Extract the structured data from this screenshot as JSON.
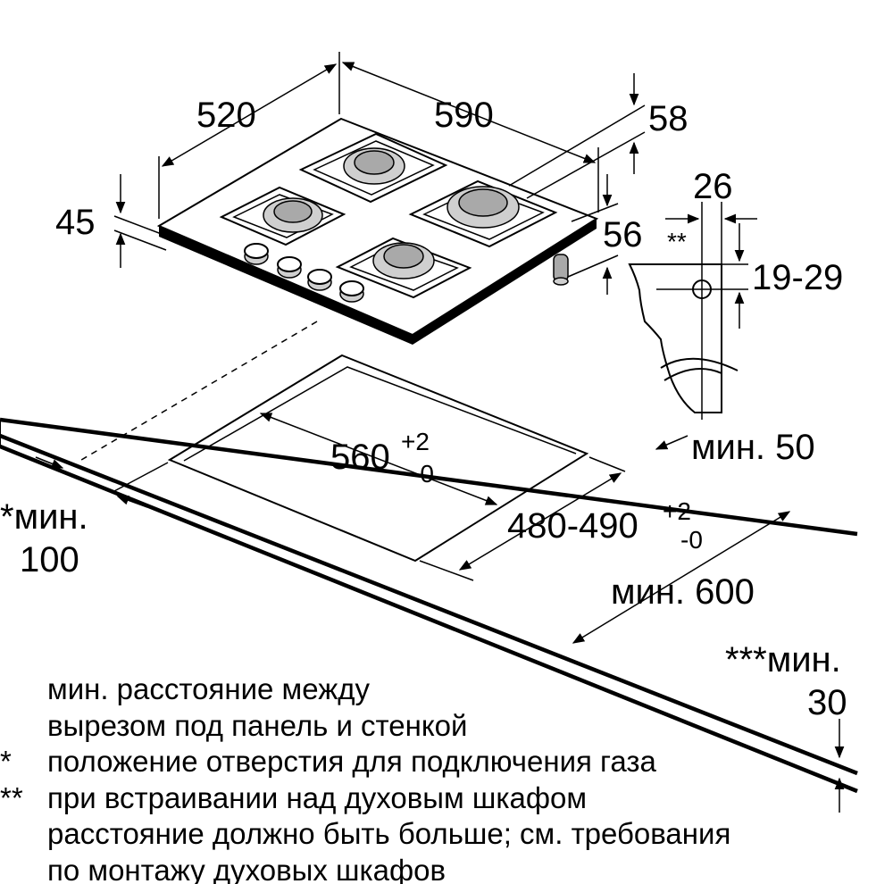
{
  "dimensions": {
    "depth": "520",
    "width": "590",
    "front_offset": "58",
    "height": "45",
    "gas_depth": "56",
    "gas_marker": "**",
    "gas_offset": "26",
    "gas_height": "19-29",
    "cutout_width_base": "560",
    "cutout_width_tol_plus": "+2",
    "cutout_width_tol_minus": "-0",
    "cutout_depth_base": "480-490",
    "cutout_depth_tol_plus": "+2",
    "cutout_depth_tol_minus": "-0",
    "rear_min": "мин. 50",
    "side_min_label": "*мин.",
    "side_min_value": "100",
    "worktop_min": "мин. 600",
    "thickness_min_label": "***мин.",
    "thickness_min_value": "30"
  },
  "notes": [
    {
      "mark": "",
      "text": "мин. расстояние между"
    },
    {
      "mark": "",
      "text": "вырезом под панель и стенкой"
    },
    {
      "mark": "*",
      "text": "положение отверстия для подключения газа"
    },
    {
      "mark": "**",
      "text": "при встраивании над духовым шкафом"
    },
    {
      "mark": "",
      "text": "расстояние должно быть больше; см. требования"
    },
    {
      "mark": "",
      "text": "по монтажу духовых шкафов"
    }
  ]
}
